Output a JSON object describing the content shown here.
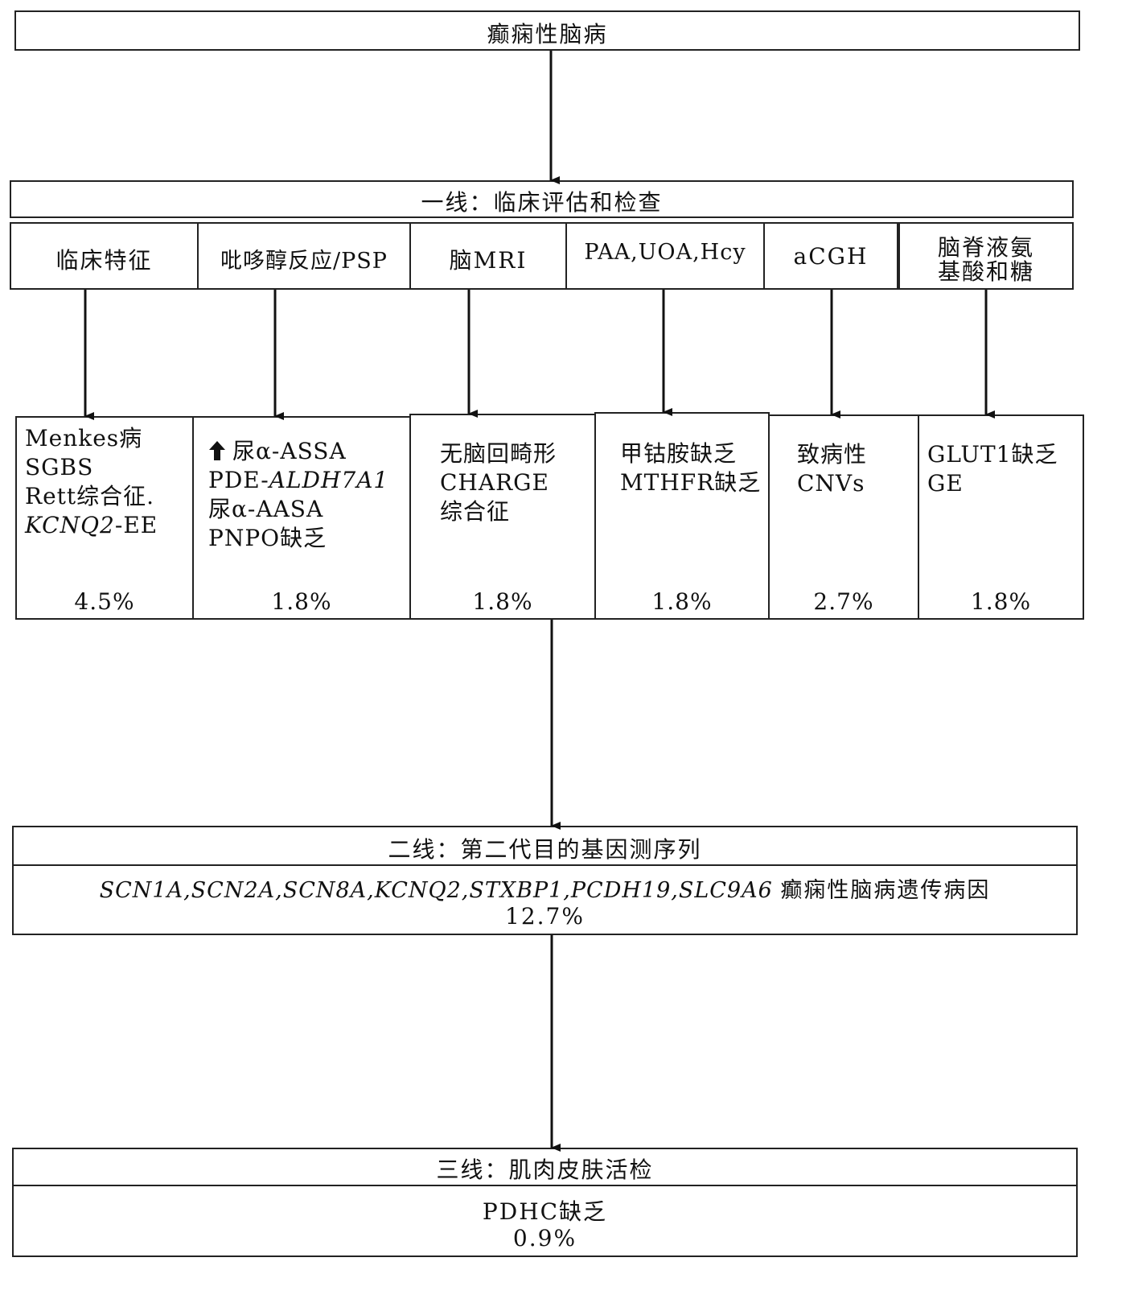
{
  "top": {
    "title": "癫痫性脑病"
  },
  "line1": {
    "title": "一线：临床评估和检查",
    "categories": [
      {
        "label": "临床特征"
      },
      {
        "label": "吡哆醇反应/PSP"
      },
      {
        "label": "脑MRI"
      },
      {
        "label": "PAA,UOA,Hcy"
      },
      {
        "label": "aCGH"
      },
      {
        "label_line1": "脑脊液氨",
        "label_line2": "基酸和糖"
      }
    ],
    "results": [
      {
        "lines": [
          "Menkes病",
          "SGBS",
          "Rett综合征.",
          "KCNQ2",
          "-EE"
        ],
        "pct": "4.5%"
      },
      {
        "lines": [
          "尿α-ASSA",
          "PDE-",
          "ALDH7A1",
          "尿α-AASA",
          "PNPO缺乏"
        ],
        "pct": "1.8%",
        "icon": "up-arrow-icon"
      },
      {
        "lines": [
          "无脑回畸形",
          "CHARGE",
          "综合征"
        ],
        "pct": "1.8%"
      },
      {
        "lines": [
          "甲钴胺缺乏",
          "MTHFR缺乏"
        ],
        "pct": "1.8%"
      },
      {
        "lines": [
          "致病性",
          "CNVs"
        ],
        "pct": "2.7%"
      },
      {
        "lines": [
          "GLUT1缺乏",
          "GE"
        ],
        "pct": "1.8%"
      }
    ]
  },
  "line2": {
    "title": "二线：第二代目的基因测序列",
    "genes": "SCN1A,SCN2A,SCN8A,KCNQ2,STXBP1,PCDH19,SLC9A6",
    "desc": "癫痫性脑病遗传病因",
    "pct": "12.7%"
  },
  "line3": {
    "title": "三线：肌肉皮肤活检",
    "result": "PDHC缺乏",
    "pct": "0.9%"
  }
}
